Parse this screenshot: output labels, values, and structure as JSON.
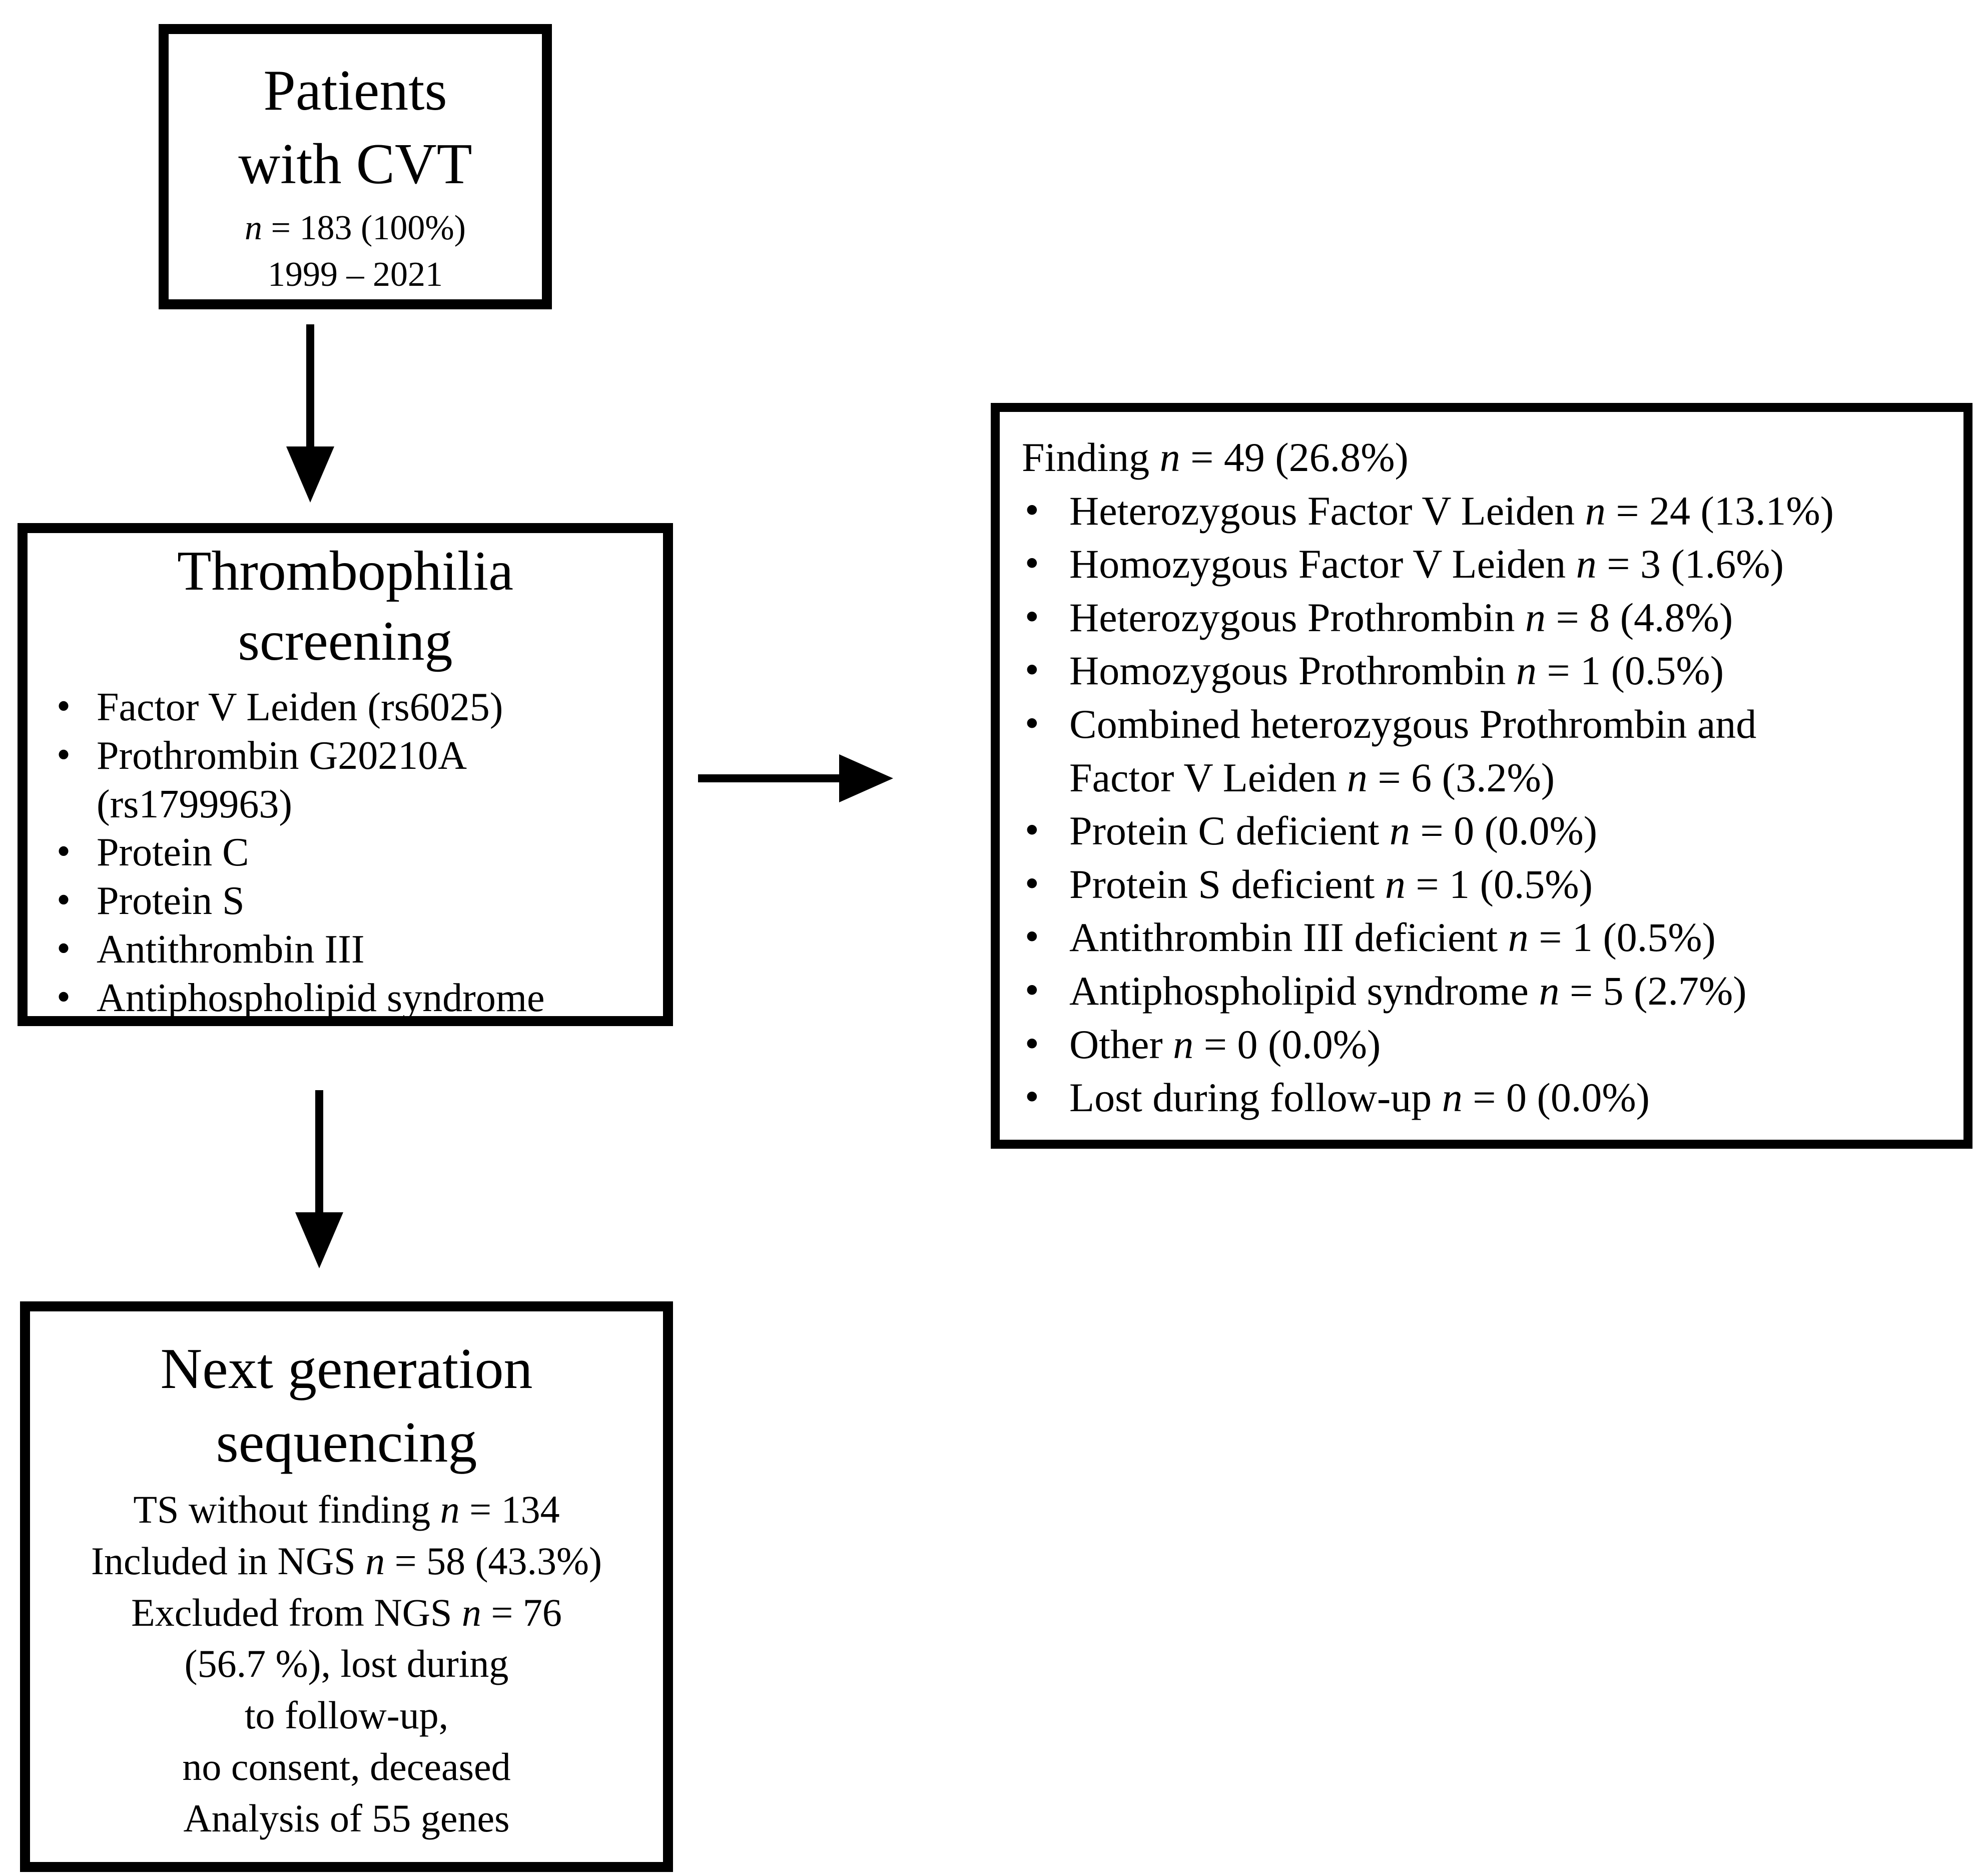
{
  "figure": {
    "background_color": "#ffffff",
    "line_color": "#000000",
    "text_color": "#000000"
  },
  "boxes": {
    "patients": {
      "title_lines": [
        "Patients",
        "with CVT"
      ],
      "body_lines": [
        "n = 183 (100%)",
        "1999 – 2021"
      ]
    },
    "screening": {
      "title_lines": [
        "Thrombophilia",
        "screening"
      ],
      "bullets": [
        [
          "Factor V Leiden (rs6025)"
        ],
        [
          "Prothrombin G20210A",
          "(rs1799963)"
        ],
        [
          "Protein C"
        ],
        [
          "Protein S"
        ],
        [
          "Antithrombin III"
        ],
        [
          "Antiphospholipid syndrome"
        ]
      ]
    },
    "finding": {
      "header": "Finding n = 49 (26.8%)",
      "bullets": [
        [
          "Heterozygous Factor V Leiden n = 24 (13.1%)"
        ],
        [
          "Homozygous Factor V Leiden n = 3 (1.6%)"
        ],
        [
          "Heterozygous Prothrombin n = 8 (4.8%)"
        ],
        [
          "Homozygous Prothrombin n = 1 (0.5%)"
        ],
        [
          "Combined heterozygous Prothrombin and",
          "Factor V Leiden n = 6 (3.2%)"
        ],
        [
          "Protein C deficient n = 0 (0.0%)"
        ],
        [
          "Protein S deficient n = 1 (0.5%)"
        ],
        [
          "Antithrombin III deficient n = 1 (0.5%)"
        ],
        [
          "Antiphospholipid syndrome n = 5 (2.7%)"
        ],
        [
          "Other n = 0 (0.0%)"
        ],
        [
          "Lost during follow-up n = 0 (0.0%)"
        ]
      ]
    },
    "ngs": {
      "title_lines": [
        "Next generation",
        "sequencing"
      ],
      "body_lines": [
        "TS without finding n = 134",
        "Included in NGS n = 58 (43.3%)",
        "Excluded from NGS n = 76",
        "(56.7 %), lost during",
        "to follow-up,",
        "no consent, deceased",
        "Analysis of 55 genes"
      ]
    }
  }
}
